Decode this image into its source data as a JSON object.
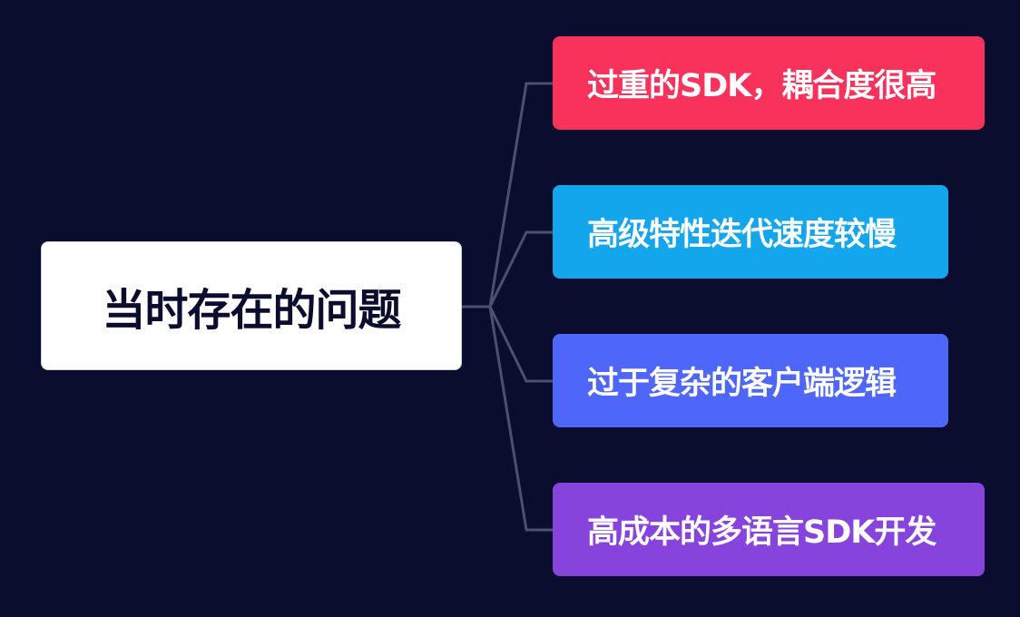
{
  "diagram": {
    "type": "mind-map",
    "root": {
      "label": "当时存在的问题"
    },
    "branches": [
      {
        "label": "过重的SDK，耦合度很高",
        "color": "#f9325b"
      },
      {
        "label": "高级特性迭代速度较慢",
        "color": "#14a6ec"
      },
      {
        "label": "过于复杂的客户端逻辑",
        "color": "#4f66fb"
      },
      {
        "label": "高成本的多语言SDK开发",
        "color": "#8744dd"
      }
    ],
    "connector_color": "#4a5070"
  }
}
